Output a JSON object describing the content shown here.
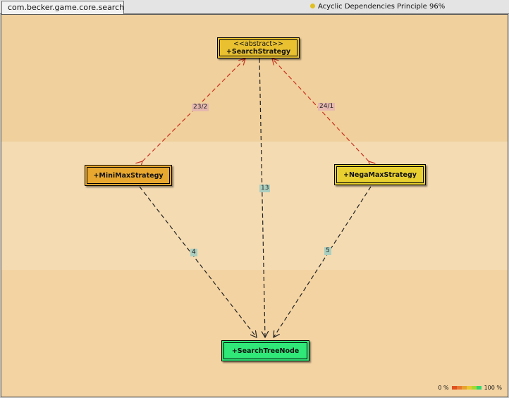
{
  "tab": {
    "title": "com.becker.game.core.search"
  },
  "status": {
    "text": "Acyclic Dependencies Principle  96%",
    "dot_color": "#e0c020"
  },
  "nodes": {
    "search_strategy": {
      "stereotype": "<<abstract>>",
      "label": "+SearchStrategy",
      "color": "#e8c030"
    },
    "minimax": {
      "label": "+MiniMaxStrategy",
      "color": "#e8a830"
    },
    "negamax": {
      "label": "+NegaMaxStrategy",
      "color": "#e8d030"
    },
    "search_tree_node": {
      "label": "+SearchTreeNode",
      "color": "#30e878"
    }
  },
  "edges": {
    "minimax_to_strategy": "23/2",
    "negamax_to_strategy": "24/1",
    "strategy_to_treenode": "13",
    "minimax_to_treenode": "4",
    "negamax_to_treenode": "5"
  },
  "legend": {
    "min_label": "0 %",
    "max_label": "100 %",
    "colors": [
      "#e05020",
      "#e87830",
      "#e8a030",
      "#e8c830",
      "#a8d830",
      "#30d870"
    ]
  }
}
